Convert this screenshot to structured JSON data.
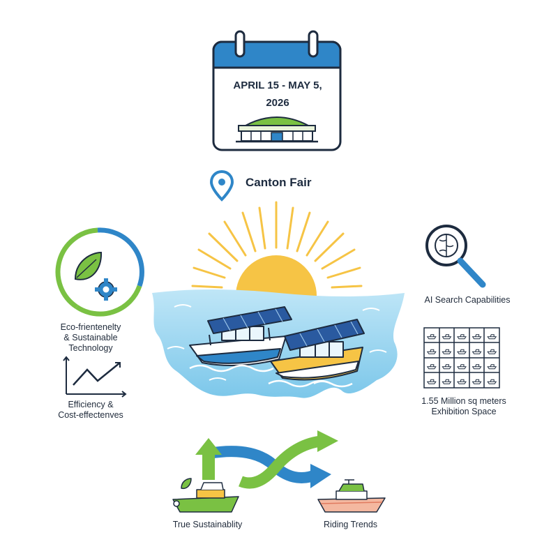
{
  "event": {
    "date_line1": "APRIL 15 - MAY 5,",
    "date_line2": "2026",
    "location": "Canton Fair"
  },
  "features": {
    "eco": {
      "line1": "Eco-frientenelty",
      "line2": "& Sustainable",
      "line3": "Technology",
      "icon": "leaf-gear-icon"
    },
    "efficiency": {
      "line1": "Efficiency &",
      "line2": "Cost-effectenves",
      "icon": "growth-chart-icon"
    },
    "ai": {
      "label": "AI Search Capabilities",
      "icon": "brain-magnifier-icon"
    },
    "space": {
      "line1": "1.55 Million sq meters",
      "line2": "Exhibition Space",
      "icon": "booth-grid-icon"
    },
    "sustainability": {
      "label": "True Sustainablity",
      "icon": "green-boat-icon"
    },
    "trends": {
      "label": "Riding Trends",
      "icon": "trend-boat-icon"
    }
  },
  "colors": {
    "blue": "#2f86c8",
    "green": "#7ac143",
    "sun": "#f6c445",
    "water": "#8fd0ee",
    "navy": "#1d2b3f"
  }
}
